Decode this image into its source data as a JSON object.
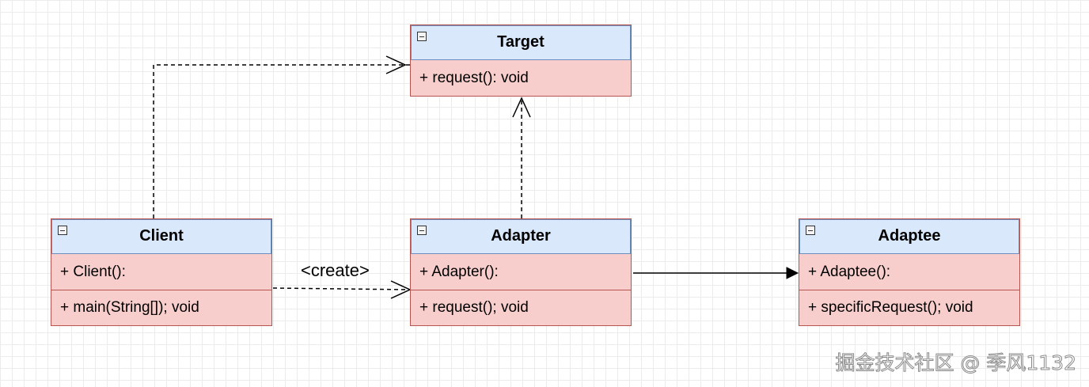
{
  "classes": {
    "target": {
      "name": "Target",
      "members": [
        "+ request(): void"
      ]
    },
    "client": {
      "name": "Client",
      "members": [
        "+ Client():",
        "+ main(String[]); void"
      ]
    },
    "adapter": {
      "name": "Adapter",
      "members": [
        "+ Adapter():",
        "+ request(); void"
      ]
    },
    "adaptee": {
      "name": "Adaptee",
      "members": [
        "+ Adaptee():",
        "+ specificRequest(); void"
      ]
    }
  },
  "edges": {
    "create_label": "<create>"
  },
  "watermark": "掘金技术社区 @ 季风1132",
  "colors": {
    "header_fill": "#dae8fc",
    "header_stroke": "#6c8ebf",
    "body_fill": "#f8cecc",
    "body_stroke": "#b85450"
  }
}
